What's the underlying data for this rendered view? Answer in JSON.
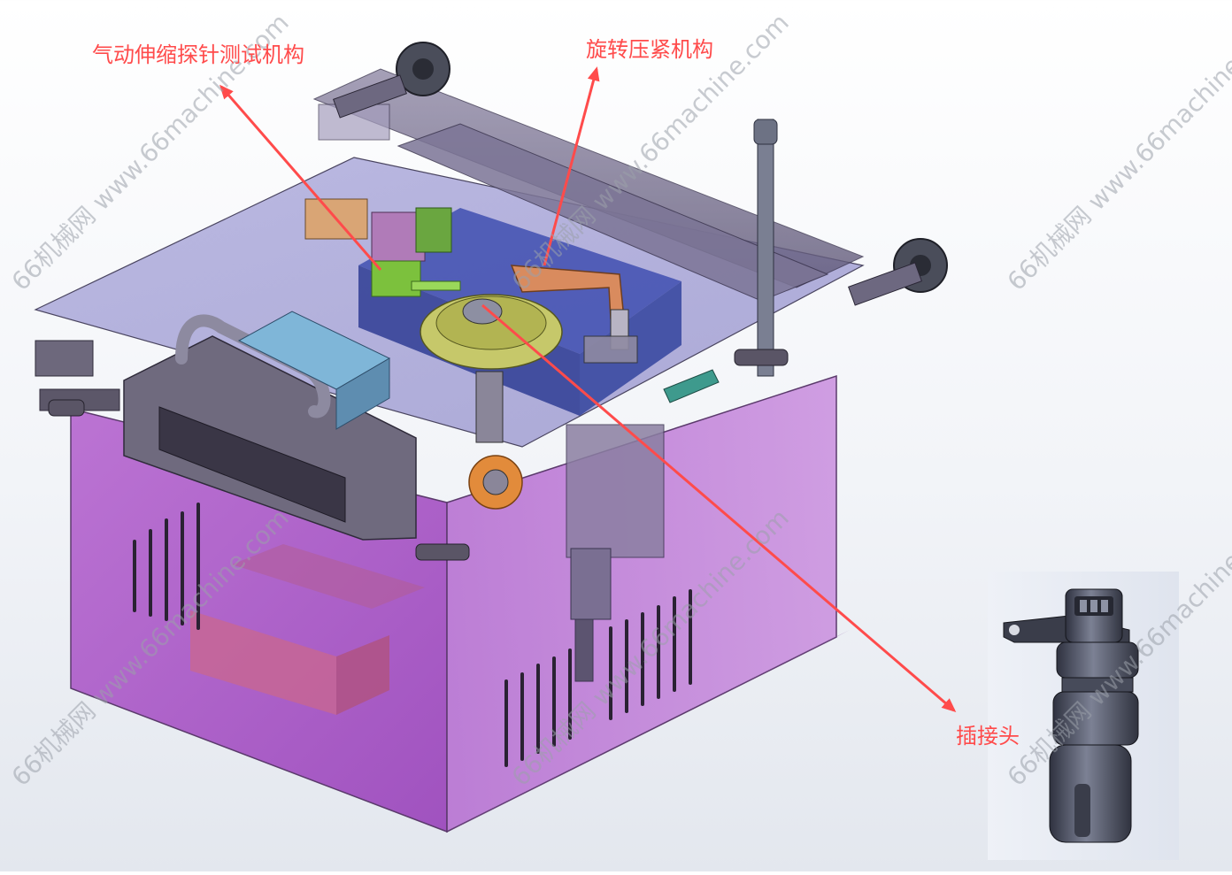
{
  "labels": {
    "probe_mechanism": "气动伸缩探针测试机构",
    "rotary_clamp": "旋转压紧机构",
    "connector": "插接头"
  },
  "watermark": {
    "text": "66机械网 www.66machine.com"
  },
  "colors": {
    "annotation": "#ff4b4b",
    "enclosure": "#a24fc2",
    "frame": "#6f6a7e",
    "base_plate": "#3f4fb0",
    "rotary_arm": "#d98b5e",
    "rotary_disk": "#c6c86a",
    "probe_block": "#7cc13d",
    "watermark": "#9aa0aa"
  }
}
